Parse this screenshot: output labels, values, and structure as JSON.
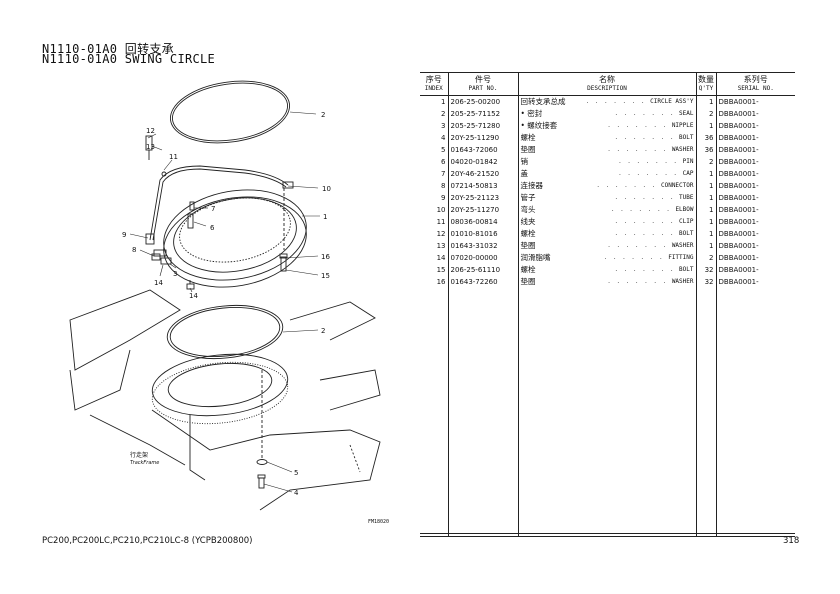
{
  "header": {
    "title_cn": "N1110-01A0 回转支承",
    "title_en": "N1110-01A0 SWING CIRCLE"
  },
  "table": {
    "columns": [
      {
        "cn": "序号",
        "en": "INDEX"
      },
      {
        "cn": "件号",
        "en": "PART NO."
      },
      {
        "cn": "名称",
        "en": "DESCRIPTION"
      },
      {
        "cn": "数量",
        "en": "Q'TY"
      },
      {
        "cn": "系列号",
        "en": "SERIAL NO."
      }
    ],
    "rows": [
      {
        "index": "1",
        "part_no": "206-25-00200",
        "desc_cn": "回转支承总成",
        "desc_en": "CIRCLE ASS'Y",
        "qty": "1",
        "serial": "DBBA0001-"
      },
      {
        "index": "2",
        "part_no": "205-25-71152",
        "desc_cn": "• 密封",
        "desc_en": "SEAL",
        "qty": "2",
        "serial": "DBBA0001-"
      },
      {
        "index": "3",
        "part_no": "205-25-71280",
        "desc_cn": "• 螺纹接套",
        "desc_en": "NIPPLE",
        "qty": "1",
        "serial": "DBBA0001-"
      },
      {
        "index": "4",
        "part_no": "20Y-25-11290",
        "desc_cn": "螺栓",
        "desc_en": "BOLT",
        "qty": "36",
        "serial": "DBBA0001-"
      },
      {
        "index": "5",
        "part_no": "01643-72060",
        "desc_cn": "垫圈",
        "desc_en": "WASHER",
        "qty": "36",
        "serial": "DBBA0001-"
      },
      {
        "index": "6",
        "part_no": "04020-01842",
        "desc_cn": "销",
        "desc_en": "PIN",
        "qty": "2",
        "serial": "DBBA0001-"
      },
      {
        "index": "7",
        "part_no": "20Y-46-21520",
        "desc_cn": "盖",
        "desc_en": "CAP",
        "qty": "1",
        "serial": "DBBA0001-"
      },
      {
        "index": "8",
        "part_no": "07214-50813",
        "desc_cn": "连接器",
        "desc_en": "CONNECTOR",
        "qty": "1",
        "serial": "DBBA0001-"
      },
      {
        "index": "9",
        "part_no": "20Y-25-21123",
        "desc_cn": "管子",
        "desc_en": "TUBE",
        "qty": "1",
        "serial": "DBBA0001-"
      },
      {
        "index": "10",
        "part_no": "20Y-25-11270",
        "desc_cn": "弯头",
        "desc_en": "ELBOW",
        "qty": "1",
        "serial": "DBBA0001-"
      },
      {
        "index": "11",
        "part_no": "08036-00814",
        "desc_cn": "线夹",
        "desc_en": "CLIP",
        "qty": "1",
        "serial": "DBBA0001-"
      },
      {
        "index": "12",
        "part_no": "01010-81016",
        "desc_cn": "螺栓",
        "desc_en": "BOLT",
        "qty": "1",
        "serial": "DBBA0001-"
      },
      {
        "index": "13",
        "part_no": "01643-31032",
        "desc_cn": "垫圈",
        "desc_en": "WASHER",
        "qty": "1",
        "serial": "DBBA0001-"
      },
      {
        "index": "14",
        "part_no": "07020-00000",
        "desc_cn": "润滑脂嘴",
        "desc_en": "FITTING",
        "qty": "2",
        "serial": "DBBA0001-"
      },
      {
        "index": "15",
        "part_no": "206-25-61110",
        "desc_cn": "螺栓",
        "desc_en": "BOLT",
        "qty": "32",
        "serial": "DBBA0001-"
      },
      {
        "index": "16",
        "part_no": "01643-72260",
        "desc_cn": "垫圈",
        "desc_en": "WASHER",
        "qty": "32",
        "serial": "DBBA0001-"
      }
    ]
  },
  "diagram": {
    "callouts": [
      "2",
      "12",
      "13",
      "11",
      "10",
      "1",
      "7",
      "6",
      "9",
      "8",
      "3",
      "14",
      "16",
      "15",
      "14",
      "2",
      "5",
      "4"
    ],
    "trackframe_cn": "行走架",
    "trackframe_en": "TrackFrame",
    "figure_code": "FM18020"
  },
  "footer": {
    "models": "PC200,PC200LC,PC210,PC210LC-8 (YCPB200800)",
    "page": "318"
  }
}
